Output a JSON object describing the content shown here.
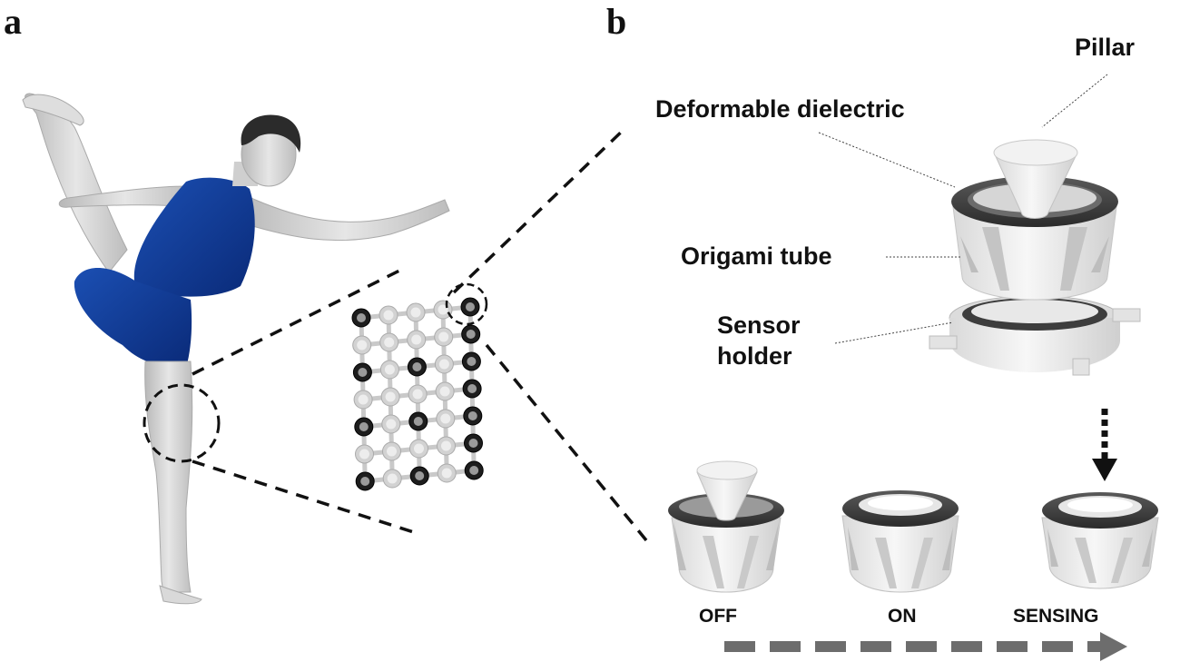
{
  "panels": {
    "a": "a",
    "b": "b"
  },
  "labels": {
    "pillar": "Pillar",
    "deformable_dielectric": "Deformable dielectric",
    "origami_tube": "Origami tube",
    "sensor_holder_line1": "Sensor",
    "sensor_holder_line2": "holder"
  },
  "states": [
    "OFF",
    "ON",
    "SENSING"
  ],
  "colors": {
    "garment": "#0f3a96",
    "skin": "#d6d6d6",
    "dark_ring": "#3a3a3a",
    "arrow_gray": "#6d6d6d",
    "sensor_white": "#ececec"
  },
  "icons": {
    "press_arrow": "dotted-down-arrow-icon",
    "progress_arrow": "dashed-right-arrow-icon"
  }
}
